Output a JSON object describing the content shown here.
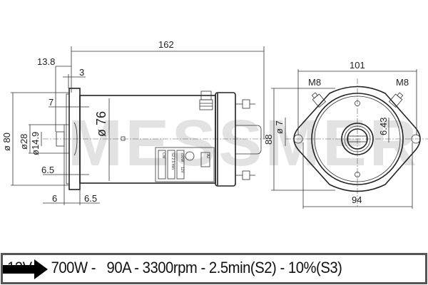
{
  "watermark": "MESSMER",
  "side_view": {
    "length": "162",
    "flange_offset": "13.8",
    "flange_thickness": "3",
    "dim_7": "7",
    "dim_6_5_left": "6.5",
    "dim_6": "6",
    "dim_6_5_bottom": "6.5",
    "flange_diameter": "ø 80",
    "spigot_diameter": "ø28",
    "shaft_diameter": "ø14.9",
    "body_diameter": "ø 76",
    "plate_lines": [
      "AZ",
      "700W",
      "12V",
      "S2 2.5 min",
      "CW"
    ]
  },
  "end_view": {
    "width": "101",
    "hole_spacing": "94",
    "height": "88",
    "left_thread": "M8",
    "right_thread": "M8",
    "hole_diameter": "ø 7",
    "shaft_dim": "6.43"
  },
  "spec_bar": {
    "text": "12V -   700W -   90A - 3300rpm - 2.5min(S2) - 10%(S3)",
    "arrow_icon": "arrow-right-icon"
  }
}
